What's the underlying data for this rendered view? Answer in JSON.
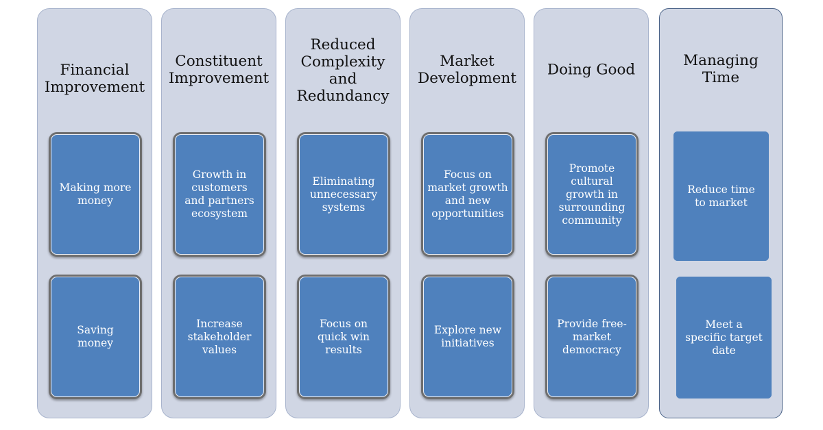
{
  "columns": [
    {
      "title_lines": [
        "Financial",
        "Improvement"
      ],
      "cards": [
        [
          "Making more",
          "money"
        ],
        [
          "Saving",
          "money"
        ]
      ]
    },
    {
      "title_lines": [
        "Constituent",
        "Improvement"
      ],
      "cards": [
        [
          "Growth in",
          "customers",
          "and partners",
          "ecosystem"
        ],
        [
          "Increase",
          "stakeholder",
          "values"
        ]
      ]
    },
    {
      "title_lines": [
        "Reduced",
        "Complexity",
        "and",
        "Redundancy"
      ],
      "cards": [
        [
          "Eliminating",
          "unnecessary",
          "systems"
        ],
        [
          "Focus on",
          "quick win",
          "results"
        ]
      ]
    },
    {
      "title_lines": [
        "Market",
        "Development"
      ],
      "cards": [
        [
          "Focus on",
          "market growth",
          "and new",
          "opportunities"
        ],
        [
          "Explore new",
          "initiatives"
        ]
      ]
    },
    {
      "title_lines": [
        "Doing Good"
      ],
      "cards": [
        [
          "Promote",
          "cultural",
          "growth in",
          "surrounding",
          "community"
        ],
        [
          "Provide free-",
          "market",
          "democracy"
        ]
      ]
    },
    {
      "title_lines": [
        "Managing",
        "Time"
      ],
      "cards": [
        [
          "Reduce time",
          "to market"
        ],
        [
          "Meet a",
          "specific target",
          "date"
        ]
      ]
    }
  ],
  "colors": {
    "column_fill": "#d0d6e4",
    "card_fill": "#4f81bd",
    "card_frame": "#6e6e6e",
    "title_text": "#111111",
    "card_text": "#ffffff"
  }
}
